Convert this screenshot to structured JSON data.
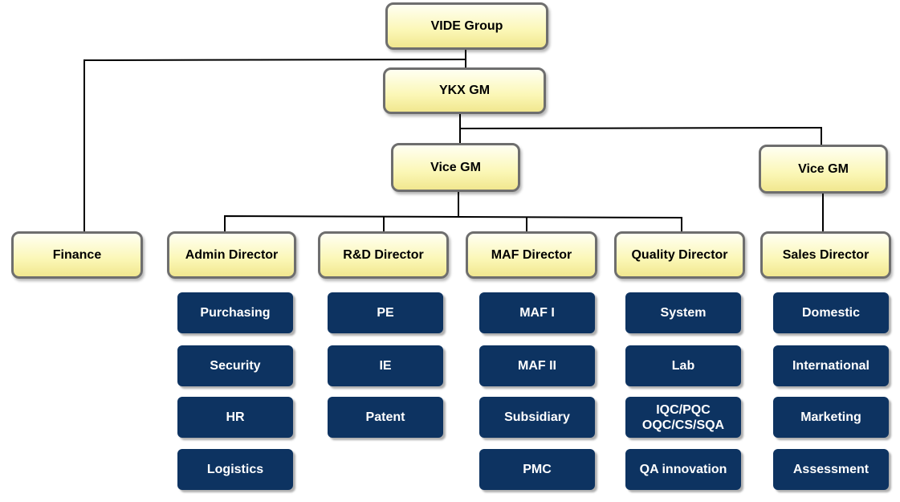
{
  "org": {
    "group": "VIDE Group",
    "gm": "YKX GM",
    "finance": "Finance",
    "vice_gm_left": "Vice GM",
    "vice_gm_right": "Vice GM",
    "directors": {
      "admin": "Admin Director",
      "rd": "R&D Director",
      "maf": "MAF Director",
      "quality": "Quality Director",
      "sales": "Sales Director"
    },
    "departments": {
      "admin": [
        "Purchasing",
        "Security",
        "HR",
        "Logistics"
      ],
      "rd": [
        "PE",
        "IE",
        "Patent"
      ],
      "maf": [
        "MAF I",
        "MAF II",
        "Subsidiary",
        "PMC"
      ],
      "quality": [
        "System",
        "Lab",
        "IQC/PQC\nOQC/CS/SQA",
        "QA innovation"
      ],
      "sales": [
        "Domestic",
        "International",
        "Marketing",
        "Assessment"
      ]
    }
  },
  "colors": {
    "node_fill": "#fbf7b6",
    "node_border": "#6e6e6e",
    "dept_fill": "#0d3361",
    "dept_text": "#ffffff",
    "connector": "#000000"
  }
}
